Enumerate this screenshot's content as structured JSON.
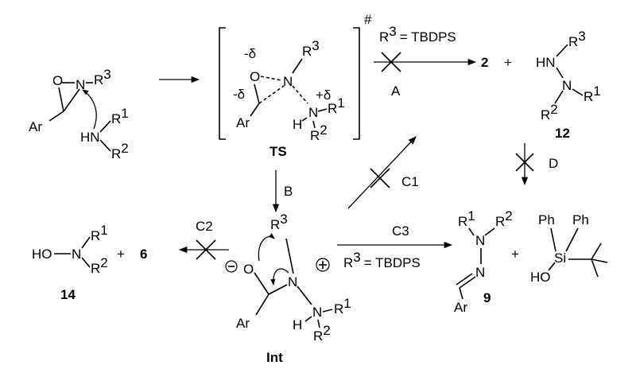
{
  "atoms": {
    "O": "O",
    "N": "N",
    "Ar": "Ar",
    "HN": "HN",
    "H": "H",
    "HO": "HO",
    "Si": "Si",
    "R": "R",
    "sup1": "1",
    "sup2": "2",
    "sup3": "3",
    "Ph": "Ph"
  },
  "charges": {
    "partial_minus": "-δ",
    "partial_plus": "+δ",
    "plus_sign": "+",
    "minus_sign": "−"
  },
  "ts_label": "#",
  "compounds": {
    "ts": "TS",
    "int": "Int",
    "c2": "2",
    "c6": "6",
    "c9": "9",
    "c12": "12",
    "c14": "14"
  },
  "plus": "+",
  "pathways": {
    "A": "A",
    "B": "B",
    "C1": "C1",
    "C2": "C2",
    "C3": "C3",
    "D": "D"
  },
  "conditions": {
    "r3_eq": "= TBDPS"
  }
}
